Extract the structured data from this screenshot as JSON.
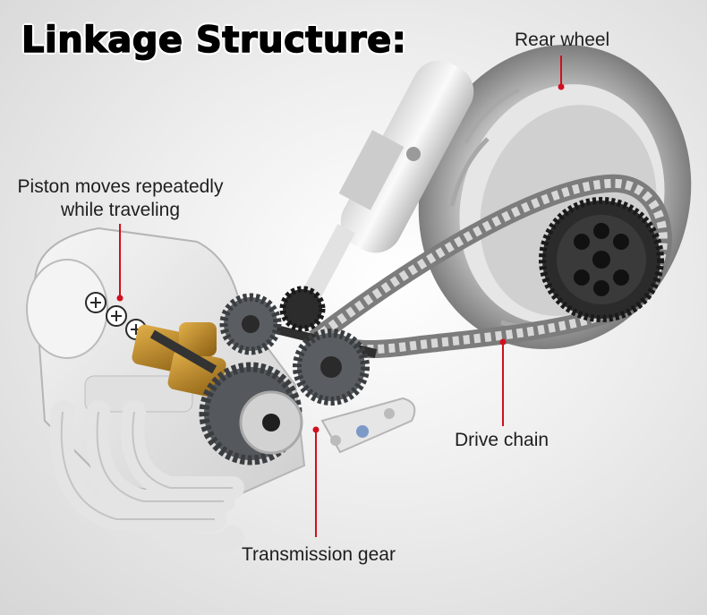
{
  "title": "Linkage Structure:",
  "labels": {
    "rear_wheel": "Rear wheel",
    "piston_line1": "Piston moves repeatedly",
    "piston_line2": "while traveling",
    "drive_chain": "Drive chain",
    "transmission_gear": "Transmission gear"
  },
  "colors": {
    "leader_line": "#d0101e",
    "tire": "#8c8c8c",
    "sprocket": "#2b2b2b",
    "gear": "#5a5e62",
    "piston_block": "#b8861e",
    "chain": "#9a9a9a",
    "engine": "#e8e8e8"
  }
}
